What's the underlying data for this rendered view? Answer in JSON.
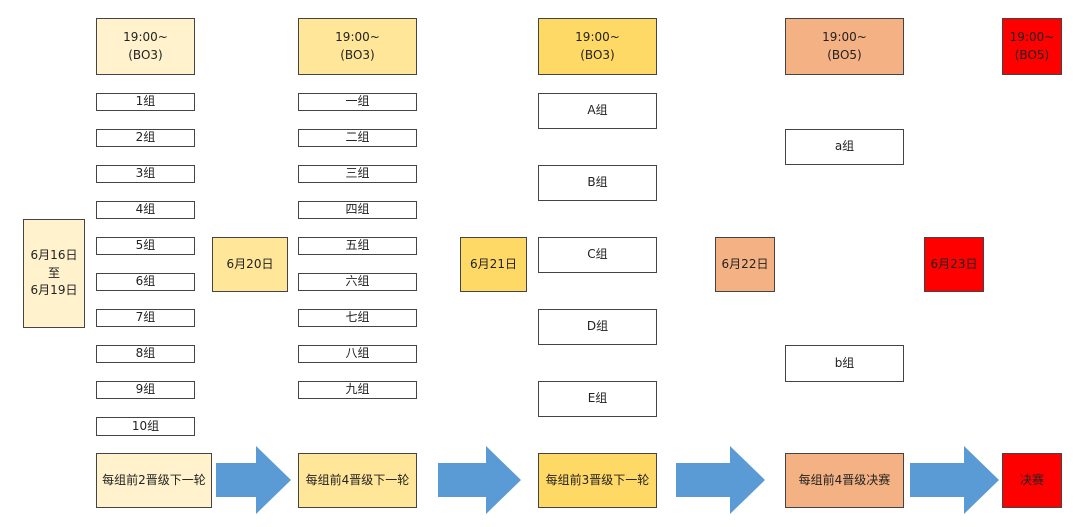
{
  "colors": {
    "stage1": "#FFF2CC",
    "stage2": "#FFE699",
    "stage3": "#FFD966",
    "stage4": "#F4B183",
    "stage5": "#FF0000",
    "arrow": "#5B9BD5"
  },
  "stages": [
    {
      "time": "19:00~\n(BO3)",
      "date": "6月16日\n至\n6月19日",
      "groups": [
        "1组",
        "2组",
        "3组",
        "4组",
        "5组",
        "6组",
        "7组",
        "8组",
        "9组",
        "10组"
      ],
      "rule": "每组前2晋级下一轮"
    },
    {
      "time": "19:00~\n(BO3)",
      "date": "6月20日",
      "groups": [
        "一组",
        "二组",
        "三组",
        "四组",
        "五组",
        "六组",
        "七组",
        "八组",
        "九组"
      ],
      "rule": "每组前4晋级下一轮"
    },
    {
      "time": "19:00~\n(BO3)",
      "date": "6月21日",
      "groups": [
        "A组",
        "B组",
        "C组",
        "D组",
        "E组"
      ],
      "rule": "每组前3晋级下一轮"
    },
    {
      "time": "19:00~\n(BO5)",
      "date": "6月22日",
      "groups": [
        "a组",
        "b组"
      ],
      "rule": "每组前4晋级决赛"
    },
    {
      "time": "19:00~\n(BO5)",
      "date": "6月23日",
      "groups": [],
      "rule": "决赛"
    }
  ]
}
